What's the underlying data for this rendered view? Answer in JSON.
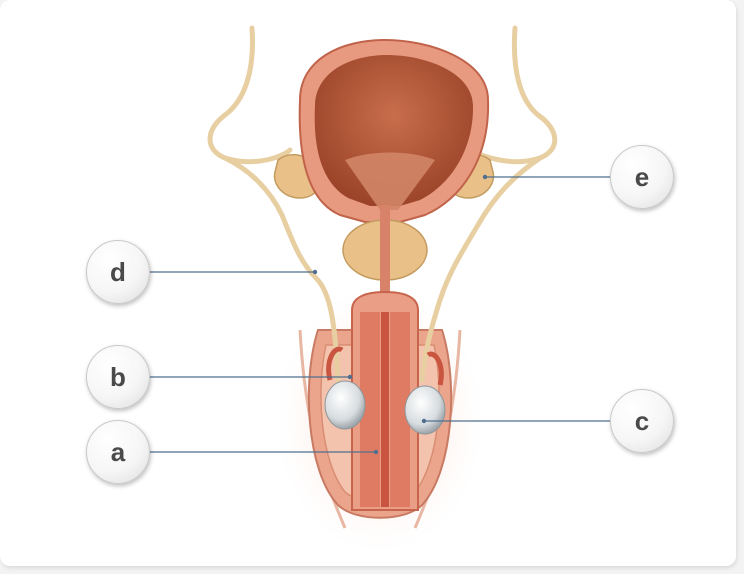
{
  "labels": {
    "a": "a",
    "b": "b",
    "c": "c",
    "d": "d",
    "e": "e"
  },
  "colors": {
    "leader_line": "#4f6f8f",
    "tissue_outer": "#e9a089",
    "tissue_inner": "#c8634a",
    "bladder_cavity": "#b85a3b",
    "duct": "#e6cfa4",
    "gland": "#e9c98f",
    "testis": "#dfe3e5"
  }
}
